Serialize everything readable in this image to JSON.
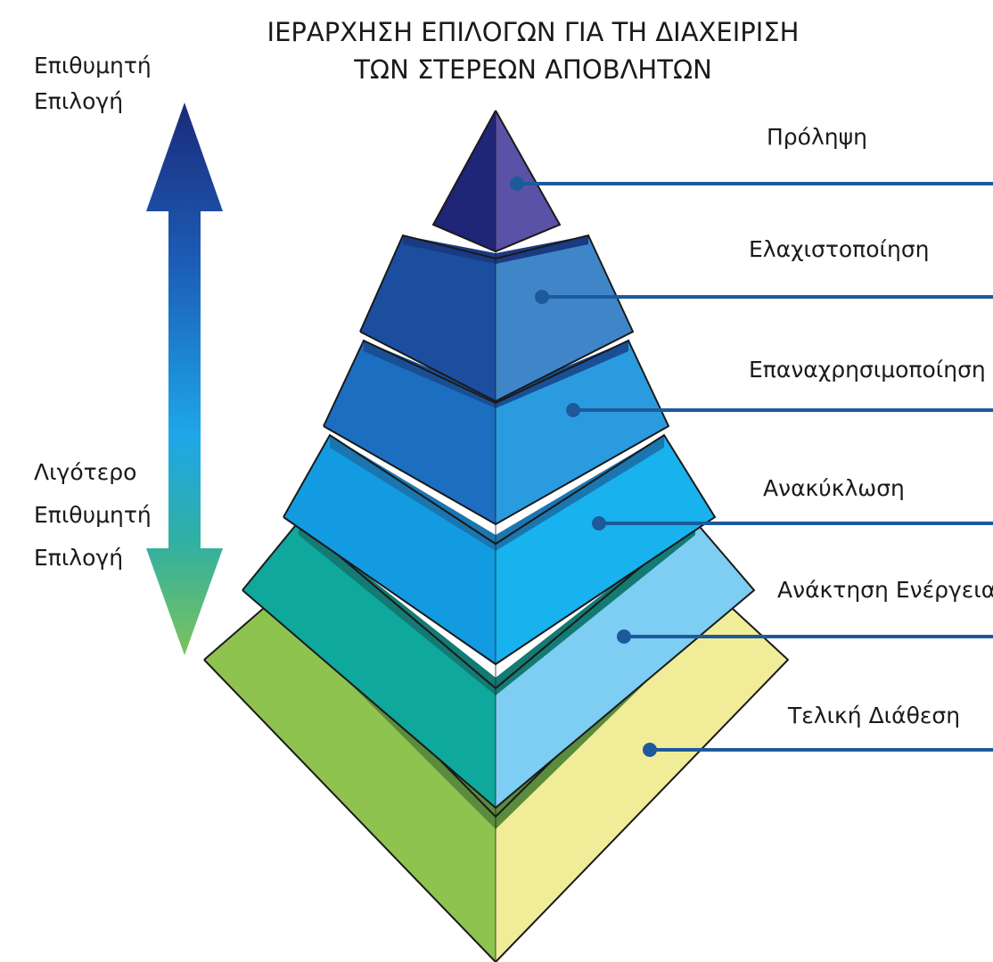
{
  "title": {
    "line1": "ΙΕΡΑΡΧΗΣΗ ΕΠΙΛΟΓΩΝ ΓΙΑ ΤΗ ΔΙΑΧΕΙΡΙΣΗ",
    "line2": "ΤΩΝ ΣΤΕΡΕΩΝ ΑΠΟΒΛΗΤΩΝ"
  },
  "scale": {
    "top_label": [
      "Επιθυμητή",
      "Επιλογή"
    ],
    "bottom_label": [
      "Λιγότερο",
      "Επιθυμητή",
      "Επιλογή"
    ],
    "arrow_colors": [
      "#1b2a7a",
      "#1c5fb8",
      "#1ea6e8",
      "#32b0a0",
      "#7cc35a"
    ]
  },
  "tiers": [
    {
      "label": "Πρόληψη",
      "left_color": "#1f2577",
      "right_color": "#5a52a6"
    },
    {
      "label": "Ελαχιστοποίηση",
      "left_color": "#1c4ea0",
      "right_color": "#3f86c8"
    },
    {
      "label": "Επαναχρησιμοποίηση",
      "left_color": "#1c6fc0",
      "right_color": "#2b9be0"
    },
    {
      "label": "Ανακύκλωση",
      "left_color": "#129be0",
      "right_color": "#18b2ee"
    },
    {
      "label": "Ανάκτηση Ενέργειας",
      "left_color": "#0ea89c",
      "right_color": "#7ecdf2"
    },
    {
      "label": "Τελική Διάθεση",
      "left_color": "#8fc350",
      "right_color": "#f1ec98"
    }
  ],
  "connector_color": "#1d5a9c"
}
